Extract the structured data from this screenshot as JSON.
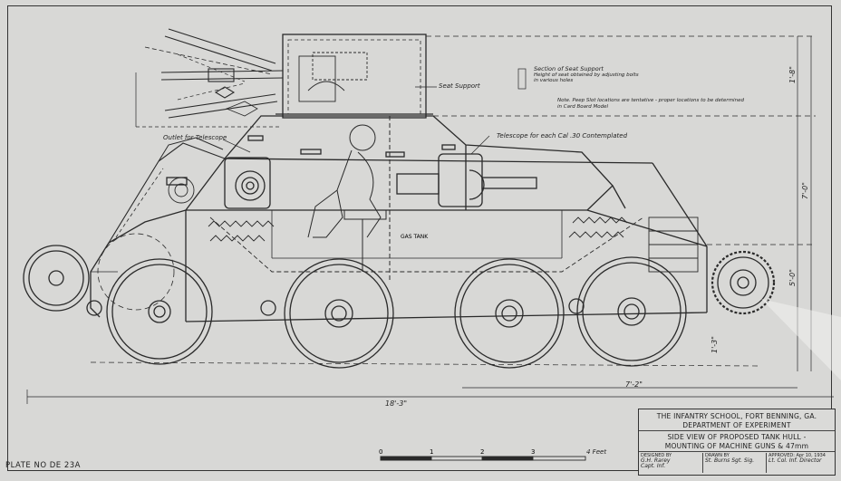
{
  "title_block": {
    "line1": "THE INFANTRY SCHOOL, FORT BENNING, GA.",
    "line2": "DEPARTMENT OF EXPERIMENT",
    "line3": "SIDE VIEW OF PROPOSED TANK HULL -",
    "line4": "MOUNTING OF MACHINE GUNS & 47mm",
    "designed_by": "DESIGNED BY",
    "designed_name": "G.H. Rarey",
    "designed_rank": "Capt. Inf.",
    "drawn_by": "DRAWN BY",
    "drawn_name": "St. Burns Sgt. Sig.",
    "approved": "APPROVED: Apr 10, 1934",
    "approved_rank": "Lt. Col. Inf. Director"
  },
  "plate": "PLATE NO DE 23A",
  "scale": {
    "label": "4 Feet",
    "ticks": [
      "0",
      "1",
      "2",
      "3"
    ]
  },
  "annotations": {
    "seat_support": "Seat Support",
    "section_title": "Section of Seat Support",
    "section_body": "Height of seat obtained by adjusting bolts in various holes",
    "note": "Note. Peep Slot locations are tentative - proper locations to be determined in Card Board Model",
    "outlet_telescope": "Outlet for Telescope",
    "telescope_each": "Telescope for each Cal .30 Contemplated",
    "gas_tank": "GAS TANK"
  },
  "dimensions": {
    "overall_length": "18'-3\"",
    "partial_length": "7'-2\"",
    "total_height": "7'-0\"",
    "upper_height": "1'-8\"",
    "lower_height": "5'-0\"",
    "wheel_height": "1'-3\""
  }
}
